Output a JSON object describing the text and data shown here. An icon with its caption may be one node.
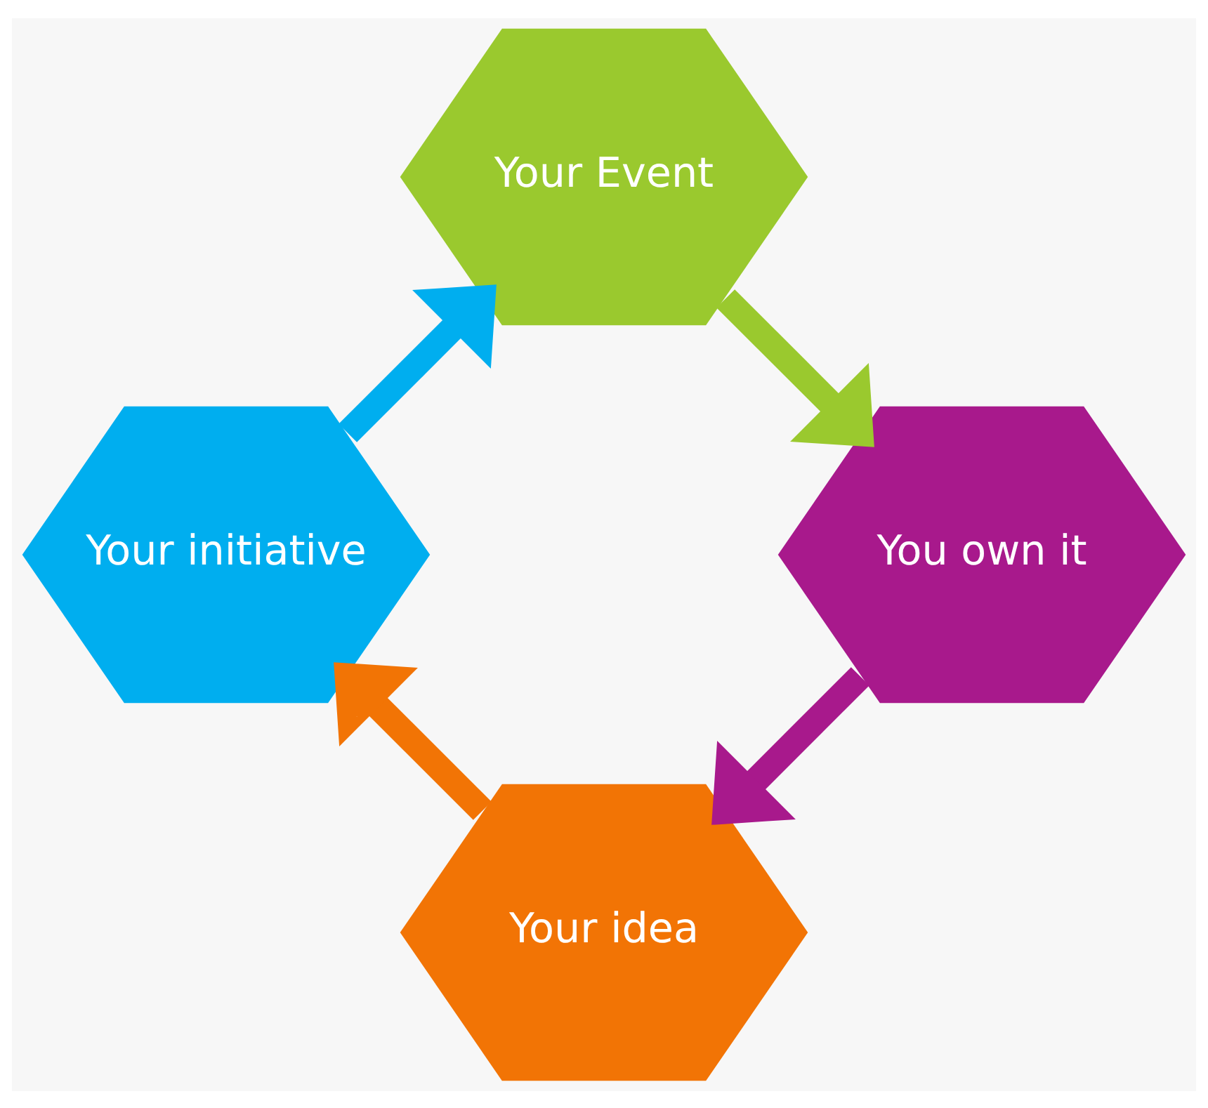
{
  "diagram": {
    "nodes": [
      {
        "text": [
          "Your idea"
        ]
      },
      {
        "text": [
          "Your initiative"
        ]
      },
      {
        "text": [
          "Your Event"
        ]
      },
      {
        "text": [
          "You own it"
        ]
      }
    ],
    "edges": [
      {
        "from": 0,
        "to": 1,
        "arrow": "to",
        "color": "#f27405"
      },
      {
        "from": 1,
        "to": 2,
        "arrow": "to",
        "color": "#00aeef"
      },
      {
        "from": 2,
        "to": 3,
        "arrow": "to",
        "color": "#9ac92e"
      },
      {
        "from": 3,
        "to": 0,
        "arrow": "to",
        "color": "#a8198c"
      }
    ]
  }
}
